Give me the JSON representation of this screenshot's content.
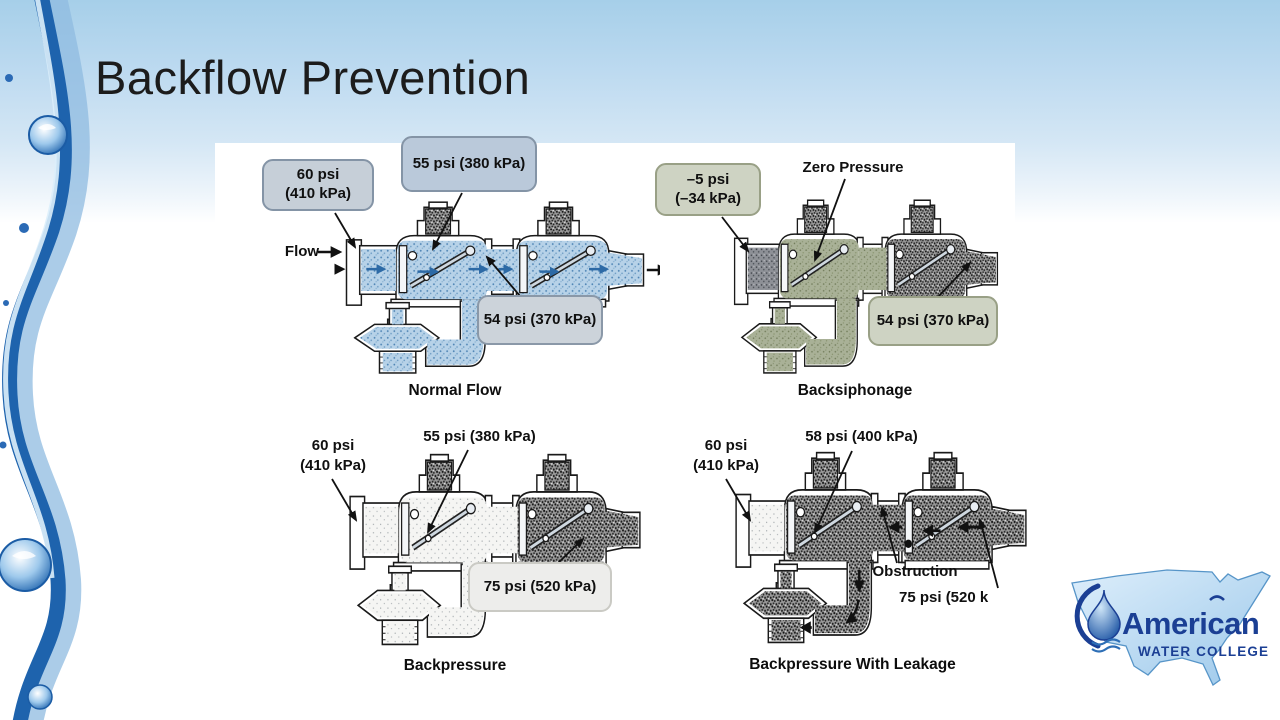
{
  "slide": {
    "title": "Backflow Prevention"
  },
  "figure": {
    "diagrams": {
      "normal": {
        "caption": "Normal Flow",
        "flow_label": "Flow",
        "inlet_psi": "60 psi\n(410 kPa)",
        "between_valves_psi": "55 psi (380 kPa)",
        "downstream_psi": "54 psi (370 kPa)"
      },
      "backsiphonage": {
        "caption": "Backsiphonage",
        "inlet_psi": "–5 psi\n(–34 kPa)",
        "zone_label": "Zero Pressure",
        "downstream_psi": "54 psi (370 kPa)"
      },
      "backpressure": {
        "caption": "Backpressure",
        "inlet_psi": "60 psi\n(410 kPa)",
        "between_valves_psi": "55 psi (380 kPa)",
        "downstream_psi": "75 psi (520 kPa)"
      },
      "leakage": {
        "caption": "Backpressure With Leakage",
        "inlet_psi": "60 psi\n(410 kPa)",
        "between_valves_psi": "58 psi (400 kPa)",
        "obstruction_label": "Obstruction",
        "downstream_psi": "75 psi (520 k"
      }
    }
  },
  "logo": {
    "brand": "American",
    "subtitle": "WATER COLLEGE"
  },
  "colors": {
    "water_blue": "#b7d2e8",
    "stagnant_olive": "#a9b197",
    "high_pressure_dark": "#969696",
    "brand_navy": "#1b3f94",
    "slide_gradient_top": "#a6cfe9"
  }
}
